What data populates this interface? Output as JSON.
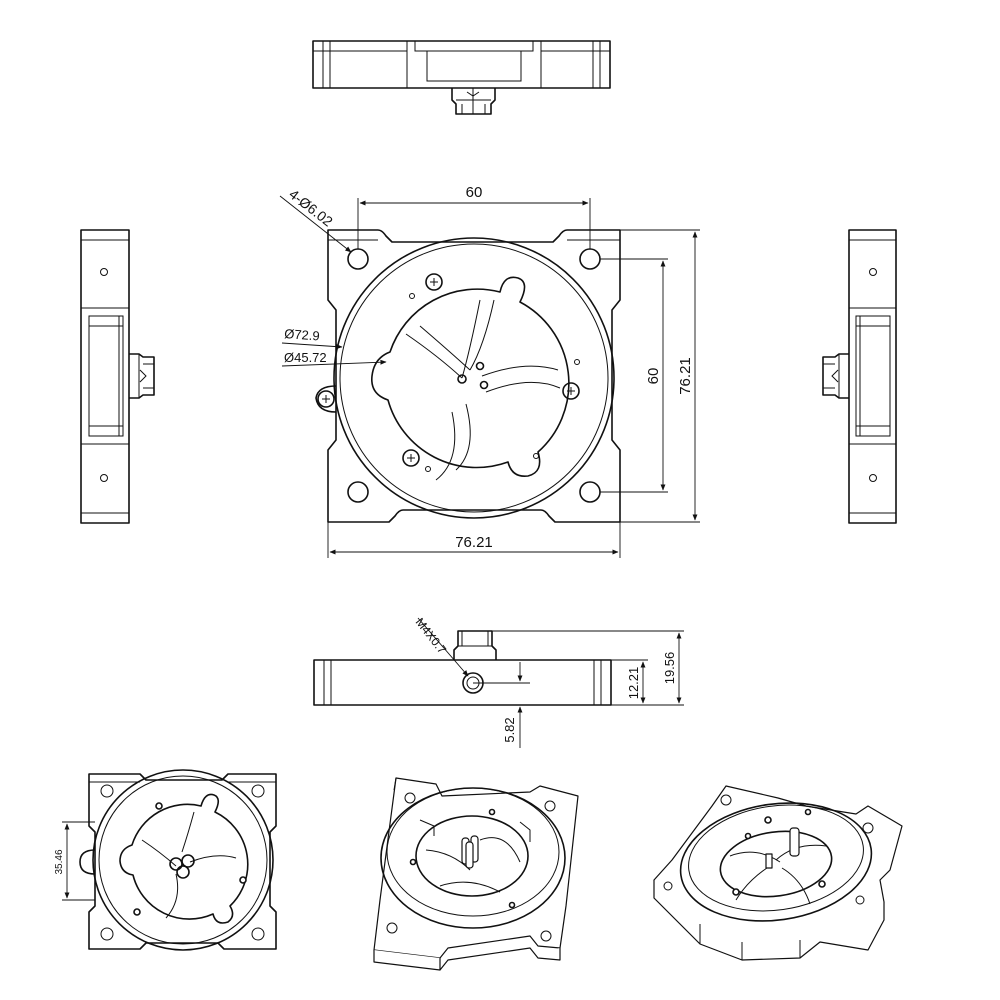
{
  "dimensions": {
    "top_width": "60",
    "right_height": "60",
    "overall_height": "76.21",
    "overall_width": "76.21",
    "hole_spec": "4-Ø6.02",
    "outer_diameter": "Ø72.9",
    "inner_diameter": "Ø45.72",
    "thread_spec": "M4X0.7",
    "side_total": "19.56",
    "side_body": "12.21",
    "hole_offset": "5.82",
    "iso_offset": "35.46"
  },
  "colors": {
    "line": "#111111",
    "background": "#ffffff"
  }
}
